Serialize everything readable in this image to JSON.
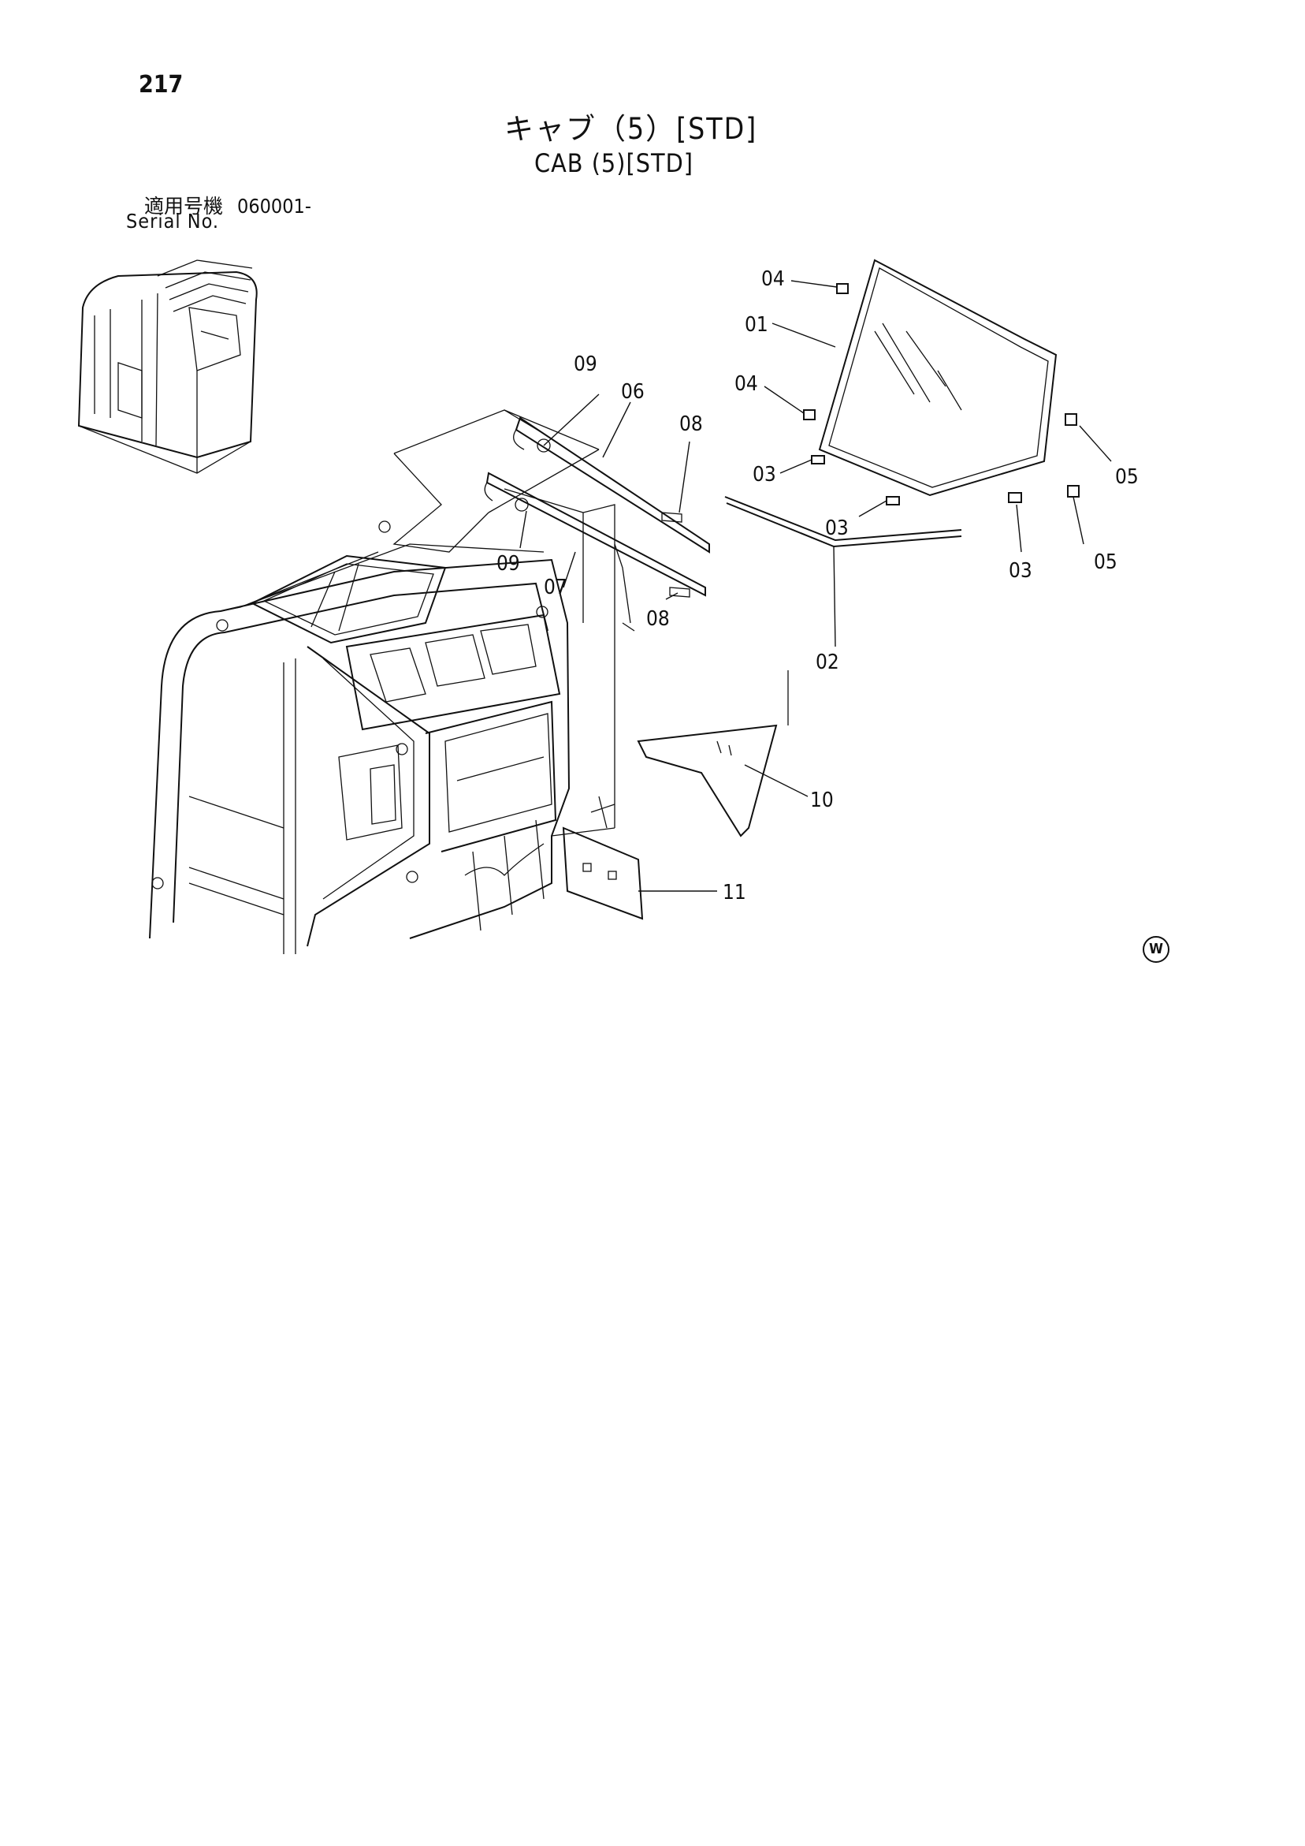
{
  "page_number": "217",
  "title_ja": "キャブ（5）[STD]",
  "title_en": "CAB (5)[STD]",
  "serial": {
    "label_ja": "適用号機",
    "value": "060001-",
    "label_en": "Serial No."
  },
  "callouts": {
    "c01": "01",
    "c02": "02",
    "c03a": "03",
    "c03b": "03",
    "c03c": "03",
    "c04a": "04",
    "c04b": "04",
    "c05a": "05",
    "c05b": "05",
    "c06": "06",
    "c07": "07",
    "c08a": "08",
    "c08b": "08",
    "c09a": "09",
    "c09b": "09",
    "c10": "10",
    "c11": "11"
  },
  "mark": "W"
}
